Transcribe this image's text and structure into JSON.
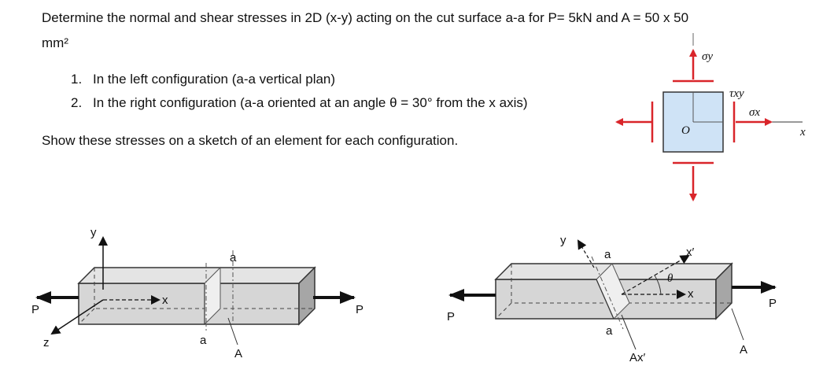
{
  "problem": {
    "intro_line1": "Determine the normal and shear stresses in 2D (x-y) acting on the cut surface a-a for P= 5kN and A = 50 x 50",
    "intro_line2": "mm²",
    "items": [
      {
        "num": "1.",
        "text": "In the left configuration (a-a vertical plan)"
      },
      {
        "num": "2.",
        "text": "In the right configuration (a-a oriented at an angle θ = 30° from the x axis)"
      }
    ],
    "instruction": "Show these stresses on a sketch of an element for each configuration."
  },
  "stress_element": {
    "sigma_y": "σy",
    "tau_xy": "τxy",
    "sigma_x": "σx",
    "origin": "O",
    "x_axis": "x"
  },
  "left_figure": {
    "y": "y",
    "x": "x",
    "z": "z",
    "cut_top": "a",
    "cut_bottom": "a",
    "area": "A",
    "load_left": "P",
    "load_right": "P"
  },
  "right_figure": {
    "y": "y",
    "x": "x",
    "x_prime": "x′",
    "theta": "θ",
    "cut_top": "a",
    "cut_bottom": "a",
    "area_prime": "Ax′",
    "area": "A",
    "load_left": "P",
    "load_right": "P"
  },
  "colors": {
    "arrow_red": "#d9252a",
    "element_fill": "#cfe3f6",
    "bar_face": "#d6d6d6",
    "bar_end": "#a6a6a6"
  }
}
